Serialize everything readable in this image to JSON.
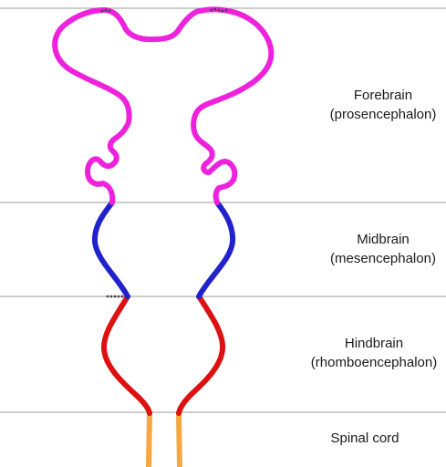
{
  "regions": [
    {
      "name": "Forebrain",
      "latin": "(prosencephalon)",
      "color": "#ee22dd"
    },
    {
      "name": "Midbrain",
      "latin": "(mesencephalon)",
      "color": "#2222cc"
    },
    {
      "name": "Hindbrain",
      "latin": "(rhomboencephalon)",
      "color": "#dd1111"
    },
    {
      "name": "Spinal cord",
      "latin": "",
      "color": "#f5a742"
    }
  ],
  "divider_color": "#7a7a7a"
}
